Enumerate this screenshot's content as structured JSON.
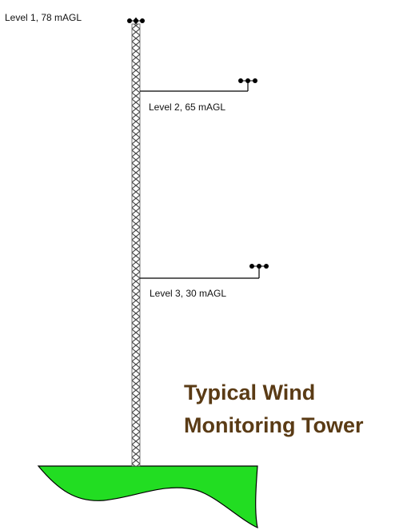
{
  "diagram": {
    "levels": [
      {
        "label": "Level 1, 78 mAGL"
      },
      {
        "label": "Level 2, 65 mAGL"
      },
      {
        "label": "Level 3, 30 mAGL"
      }
    ],
    "title": {
      "line1": "Typical Wind",
      "line2": "Monitoring Tower"
    },
    "colors": {
      "ground_fill": "#22dd22",
      "ground_stroke": "#000000",
      "title": "#5a3b15",
      "mast": "#555555",
      "boom": "#000000"
    }
  }
}
